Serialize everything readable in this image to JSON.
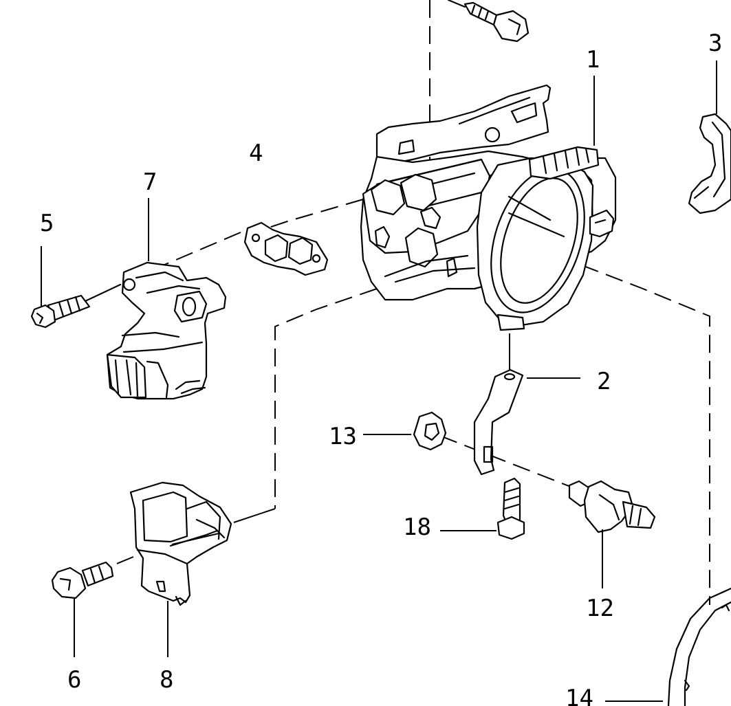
{
  "callouts": {
    "c1": "1",
    "c2": "2",
    "c3": "3",
    "c4": "4",
    "c5": "5",
    "c6": "6",
    "c7": "7",
    "c8": "8",
    "c12": "12",
    "c13": "13",
    "c14": "14",
    "c18": "18"
  },
  "parts": [
    {
      "callout": "1",
      "icon": "throttle-body-icon"
    },
    {
      "callout": "2",
      "icon": "bracket-icon"
    },
    {
      "callout": "3",
      "icon": "clip-icon"
    },
    {
      "callout": "4",
      "icon": "gasket-icon"
    },
    {
      "callout": "5",
      "icon": "screw-icon"
    },
    {
      "callout": "6",
      "icon": "screw-icon"
    },
    {
      "callout": "7",
      "icon": "idle-air-control-valve-icon"
    },
    {
      "callout": "8",
      "icon": "throttle-position-sensor-icon"
    },
    {
      "callout": "12",
      "icon": "sensor-icon"
    },
    {
      "callout": "13",
      "icon": "nut-icon"
    },
    {
      "callout": "14",
      "icon": "seal-ring-icon"
    },
    {
      "callout": "18",
      "icon": "bolt-icon"
    }
  ],
  "colors": {
    "line": "#000000",
    "background": "#ffffff"
  }
}
